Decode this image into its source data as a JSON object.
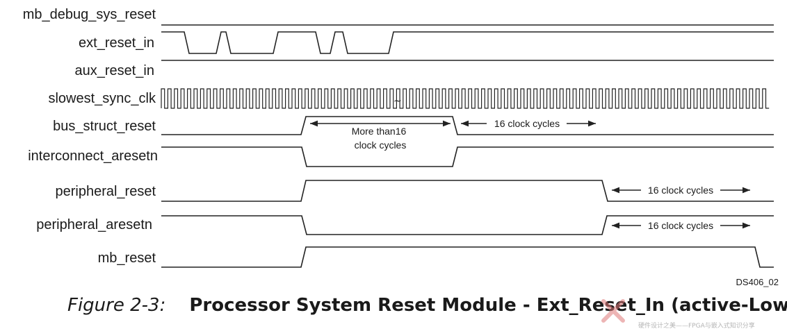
{
  "diagram": {
    "signals": [
      {
        "id": "mb_debug_sys_reset",
        "label": "mb_debug_sys_reset"
      },
      {
        "id": "ext_reset_in",
        "label": "ext_reset_in"
      },
      {
        "id": "aux_reset_in",
        "label": "aux_reset_in"
      },
      {
        "id": "slowest_sync_clk",
        "label": "slowest_sync_clk"
      },
      {
        "id": "bus_struct_reset",
        "label": "bus_struct_reset"
      },
      {
        "id": "interconnect_aresetn",
        "label": "interconnect_aresetn"
      },
      {
        "id": "peripheral_reset",
        "label": "peripheral_reset"
      },
      {
        "id": "peripheral_aresetn",
        "label": "peripheral_aresetn"
      },
      {
        "id": "mb_reset",
        "label": "mb_reset"
      }
    ],
    "annotations": {
      "more_than_line1": "More than16",
      "more_than_line2": "clock cycles",
      "bus_cycles": "16 clock cycles",
      "peripheral_reset_cycles": "16 clock cycles",
      "peripheral_aresetn_cycles": "16 clock cycles"
    },
    "doc_id": "DS406_02"
  },
  "caption": {
    "figure": "Figure 2-3:",
    "title": "Processor System Reset Module - Ext_Reset_In (active-Low)"
  },
  "watermark": {
    "sub": "硬件设计之美——FPGA与嵌入式知识分享"
  }
}
